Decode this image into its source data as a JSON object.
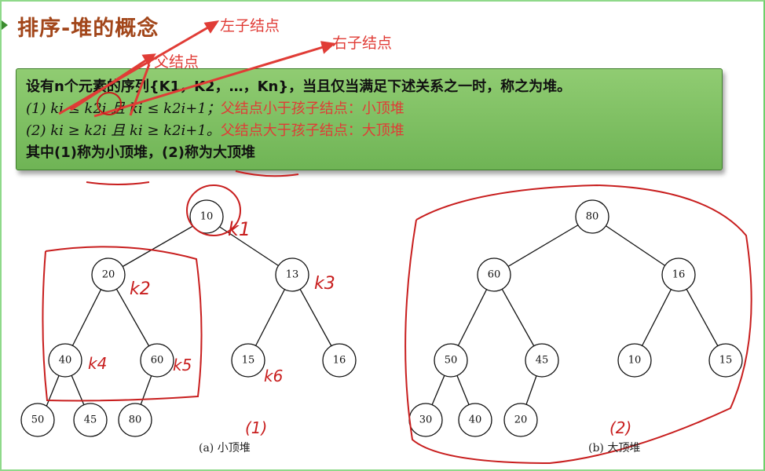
{
  "title": "排序-堆的概念",
  "annotations": {
    "left_child": "左子结点",
    "right_child": "右子结点",
    "parent": "父结点"
  },
  "definition": {
    "line1": "设有n个元素的序列{K1，K2，…，Kn}，当且仅当满足下述关系之一时，称之为堆。",
    "line2_math": "(1) ki ≤ k2i 且 ki ≤ k2i+1；",
    "line2_note": "父结点小于孩子结点：小顶堆",
    "line3_math": "(2) ki ≥ k2i 且 ki ≥ k2i+1。",
    "line3_note": "父结点大于孩子结点：大顶堆",
    "line4": "其中(1)称为小顶堆，(2)称为大顶堆"
  },
  "trees": {
    "min_heap": {
      "caption": "(a)  小顶堆",
      "nodes": [
        "10",
        "20",
        "13",
        "40",
        "60",
        "15",
        "16",
        "50",
        "45",
        "80"
      ]
    },
    "max_heap": {
      "caption": "(b)  大顶堆",
      "nodes": [
        "80",
        "60",
        "16",
        "50",
        "45",
        "10",
        "15",
        "30",
        "40",
        "20"
      ]
    }
  },
  "handwriting": {
    "k1": "k1",
    "k2": "k2",
    "k3": "k3",
    "k4": "k4",
    "k5": "k5",
    "k6": "k6",
    "label1": "(1)",
    "label2": "(2)"
  },
  "colors": {
    "title": "#a2461a",
    "annotation": "#e03c36",
    "box": "#7fc060"
  }
}
